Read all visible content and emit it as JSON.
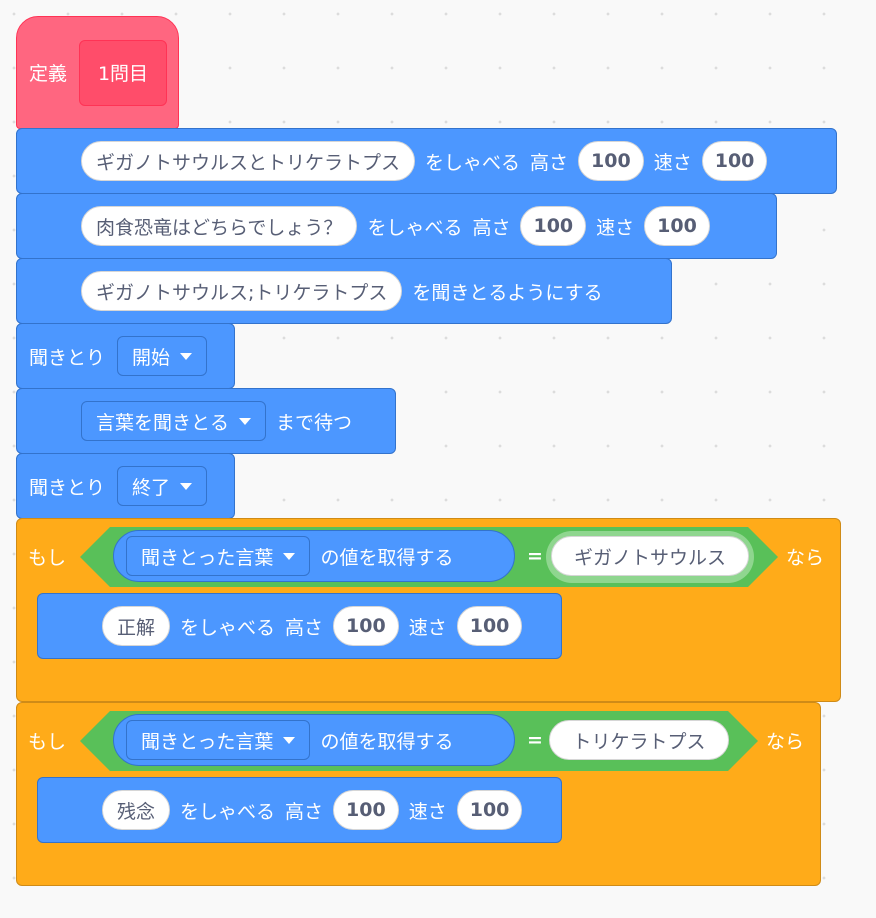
{
  "define_block": {
    "keyword": "定義",
    "name": "1問目"
  },
  "blocks": [
    {
      "text": "ギガノトサウルスとトリケラトプス",
      "action": "をしゃべる",
      "height_label": "高さ",
      "height": "100",
      "speed_label": "速さ",
      "speed": "100"
    },
    {
      "text": "肉食恐竜はどちらでしょう？",
      "action": "をしゃべる",
      "height_label": "高さ",
      "height": "100",
      "speed_label": "速さ",
      "speed": "100"
    },
    {
      "text": "ギガノトサウルス;トリケラトプス",
      "action": "を聞きとるようにする"
    }
  ],
  "listen_start": {
    "label": "聞きとり",
    "value": "開始"
  },
  "wait_block": {
    "value": "言葉を聞きとる",
    "suffix": "まで待つ"
  },
  "listen_end": {
    "label": "聞きとり",
    "value": "終了"
  },
  "if_blocks": [
    {
      "if_label": "もし",
      "var": "聞きとった言葉",
      "getter": "の値を取得する",
      "eq": "=",
      "compare": "ギガノトサウルス",
      "then_label": "なら",
      "inner": {
        "text": "正解",
        "action": "をしゃべる",
        "height_label": "高さ",
        "height": "100",
        "speed_label": "速さ",
        "speed": "100"
      }
    },
    {
      "if_label": "もし",
      "var": "聞きとった言葉",
      "getter": "の値を取得する",
      "eq": "=",
      "compare": "トリケラトプス",
      "then_label": "なら",
      "inner": {
        "text": "残念",
        "action": "をしゃべる",
        "height_label": "高さ",
        "height": "100",
        "speed_label": "速さ",
        "speed": "100"
      }
    }
  ],
  "colors": {
    "looks_blue": "#4c97ff",
    "control_orange": "#ffab19",
    "operator_green": "#59c059",
    "define_pink": "#ff6680"
  }
}
